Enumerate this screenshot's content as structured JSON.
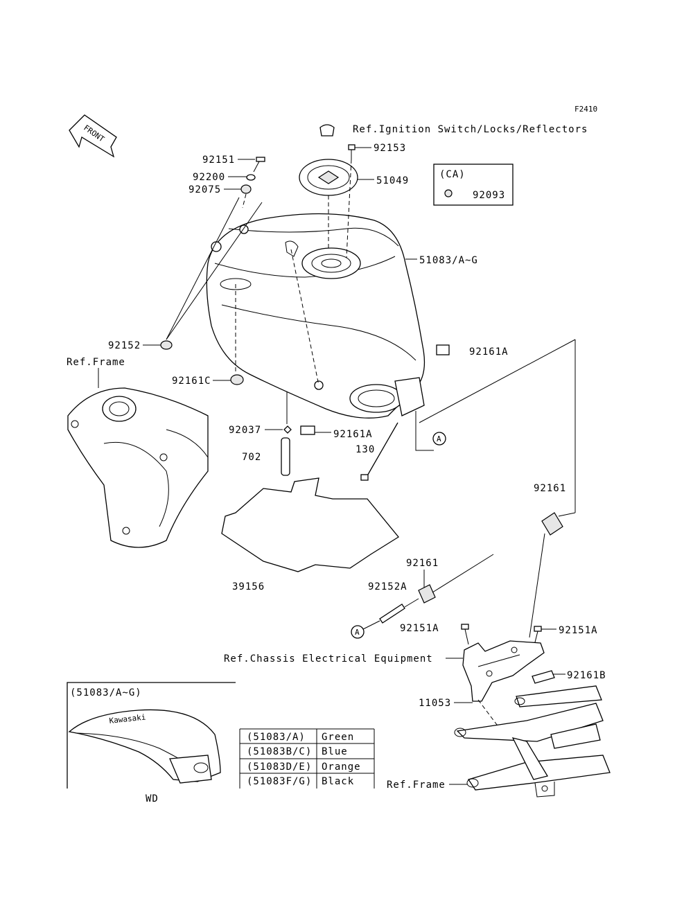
{
  "figure_code": "F2410",
  "front_marker": "FRONT",
  "refs": {
    "ignition": "Ref.Ignition Switch/Locks/Reflectors",
    "frame_left": "Ref.Frame",
    "chassis_electrical": "Ref.Chassis Electrical Equipment",
    "frame_bottom": "Ref.Frame"
  },
  "ca_box": {
    "title": "(CA)",
    "part": "92093"
  },
  "parts": {
    "p92151": "92151",
    "p92200": "92200",
    "p92075": "92075",
    "p92153": "92153",
    "p51049": "51049",
    "p51083": "51083/A~G",
    "p92161A_top": "92161A",
    "p92152": "92152",
    "p92161C": "92161C",
    "p92037": "92037",
    "p92161A_mid": "92161A",
    "p130": "130",
    "p702": "702",
    "p92161_right": "92161",
    "p92161_mid": "92161",
    "p39156": "39156",
    "p92152A": "92152A",
    "p92151A_left": "92151A",
    "p92151A_right": "92151A",
    "p92161B": "92161B",
    "p11053": "11053"
  },
  "callout_marker": "A",
  "inset": {
    "title": "(51083/A~G)",
    "tank_logo": "Kawasaki",
    "code": "WD",
    "color_table": [
      {
        "part": "(51083/A)",
        "color": "Green"
      },
      {
        "part": "(51083B/C)",
        "color": "Blue"
      },
      {
        "part": "(51083D/E)",
        "color": "Orange"
      },
      {
        "part": "(51083F/G)",
        "color": "Black"
      }
    ]
  }
}
